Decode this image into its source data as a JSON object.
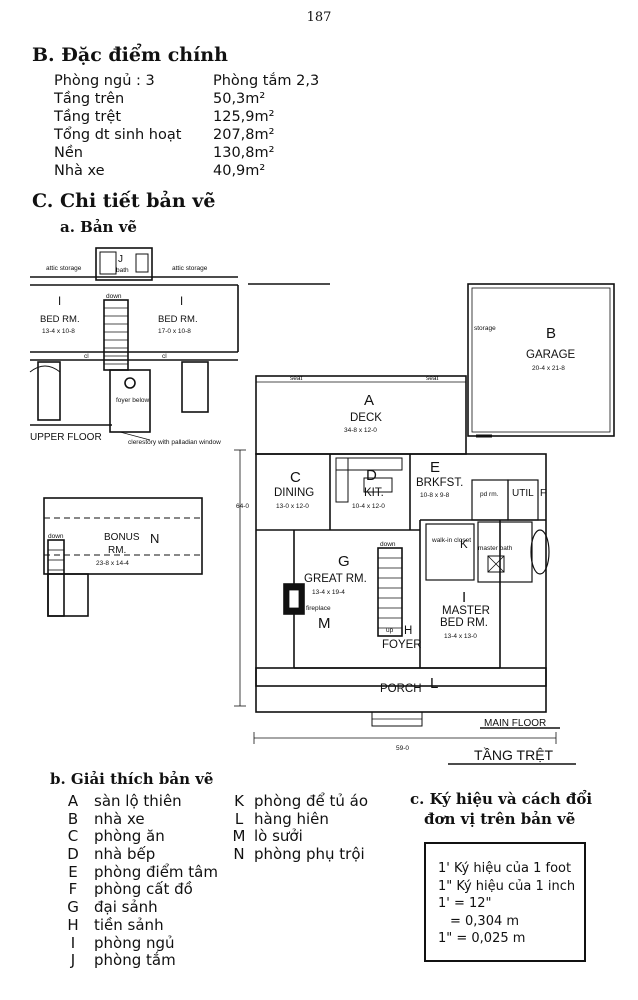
{
  "page_number": "187",
  "section_b": {
    "title": "B. Đặc điểm chính",
    "rows": [
      {
        "label": "Phòng ngủ : 3",
        "value": "Phòng tắm  2,3"
      },
      {
        "label": "Tầng trên",
        "value": "50,3m²"
      },
      {
        "label": "Tầng trệt",
        "value": "125,9m²"
      },
      {
        "label": "Tổng dt sinh hoạt",
        "value": "207,8m²"
      },
      {
        "label": "Nền",
        "value": "130,8m²"
      },
      {
        "label": "Nhà xe",
        "value": "40,9m²"
      }
    ]
  },
  "section_c": {
    "title": "C. Chi tiết bản vẽ",
    "sub_a": "a. Bản vẽ",
    "sub_b": "b. Giải thích bản vẽ",
    "sub_c_line1": "c. Ký hiệu và cách đổi",
    "sub_c_line2": "đơn vị trên bản vẽ"
  },
  "plan": {
    "upper": {
      "attic1": "attic storage",
      "bath": "bath",
      "bath_letter": "J",
      "attic2": "attic storage",
      "bed1_letter": "I",
      "bed1": "BED RM.",
      "bed1_dim": "13-4 x 10-8",
      "down": "down",
      "bed2_letter": "I",
      "bed2": "BED RM.",
      "bed2_dim": "17-0 x 10-8",
      "cl1": "cl",
      "cl2": "cl",
      "foyer_below": "foyer below",
      "floor_label": "UPPER FLOOR",
      "clerestory": "clerestory with palladian window"
    },
    "bonus": {
      "title": "BONUS",
      "title2": "RM.",
      "letter": "N",
      "dim": "23-8 x 14-4",
      "down": "down"
    },
    "main": {
      "deck_letter": "A",
      "deck": "DECK",
      "deck_dim": "34-8 x 12-0",
      "seat1": "seat",
      "seat2": "seat",
      "dining_letter": "C",
      "dining": "DINING",
      "dining_dim": "13-0 x 12-0",
      "kit_letter": "D",
      "kit": "KIT.",
      "kit_dim": "10-4 x 12-0",
      "brk_letter": "E",
      "brk": "BRKFST.",
      "brk_dim": "10-8 x 9-8",
      "util": "UTIL",
      "util_letter": "F",
      "pd": "pd rm.",
      "great_letter": "G",
      "great": "GREAT RM.",
      "great_dim": "13-4 x 19-4",
      "fireplace": "fireplace",
      "fire_letter": "M",
      "down": "down",
      "up": "up",
      "foyer_letter": "H",
      "foyer": "FOYER",
      "walkin": "walk-in closet",
      "closet_letter": "K",
      "master_bath": "master bath",
      "master_letter": "I",
      "master": "MASTER",
      "master2": "BED RM.",
      "master_dim": "13-4 x 13-0",
      "porch": "PORCH",
      "porch_letter": "L",
      "main_floor": "MAIN FLOOR",
      "width_dim": "59-0",
      "depth_dim": "64-0",
      "tang_tret": "TẦNG TRỆT",
      "storage": "storage"
    },
    "garage": {
      "letter": "B",
      "name": "GARAGE",
      "dim": "20-4 x 21-8"
    }
  },
  "legend_left": [
    {
      "k": "A",
      "v": "sàn lộ thiên"
    },
    {
      "k": "B",
      "v": "nhà xe"
    },
    {
      "k": "C",
      "v": "phòng ăn"
    },
    {
      "k": "D",
      "v": "nhà bếp"
    },
    {
      "k": "E",
      "v": "phòng điểm tâm"
    },
    {
      "k": "F",
      "v": "phòng cất đồ"
    },
    {
      "k": "G",
      "v": "đại sảnh"
    },
    {
      "k": "H",
      "v": "tiền sảnh"
    },
    {
      "k": "I",
      "v": "phòng ngủ"
    },
    {
      "k": "J",
      "v": "phòng tắm"
    }
  ],
  "legend_right": [
    {
      "k": "K",
      "v": "phòng để tủ áo"
    },
    {
      "k": "L",
      "v": "hàng hiên"
    },
    {
      "k": "M",
      "v": "lò sưởi"
    },
    {
      "k": "N",
      "v": "phòng phụ trội"
    }
  ],
  "units_box": [
    "1' Ký hiệu của 1 foot",
    "1\" Ký hiệu của 1 inch",
    "1' = 12\"",
    "= 0,304 m",
    "1\" = 0,025 m"
  ]
}
